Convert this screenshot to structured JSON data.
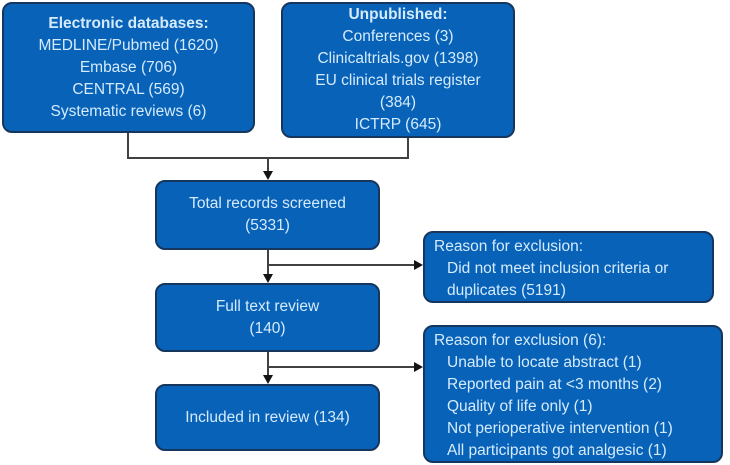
{
  "diagram": {
    "type": "flowchart",
    "subject": "study-selection-flow",
    "colors": {
      "box_fill": "#0762b8",
      "box_border": "#16365e",
      "box_text": "#d5ebfd",
      "connector_line": "#414141",
      "arrowhead": "#141414",
      "background": "#ffffff"
    },
    "boxes": {
      "electronic": {
        "heading": "Electronic databases:",
        "lines": [
          "MEDLINE/Pubmed (1620)",
          "Embase (706)",
          "CENTRAL (569)",
          "Systematic reviews (6)"
        ]
      },
      "unpublished": {
        "heading": "Unpublished:",
        "lines": [
          "Conferences (3)",
          "Clinicaltrials.gov (1398)",
          "EU clinical trials register",
          "(384)",
          "ICTRP (645)"
        ]
      },
      "screened": {
        "lines": [
          "Total records screened",
          "(5331)"
        ]
      },
      "fulltext": {
        "lines": [
          "Full text review",
          "(140)"
        ]
      },
      "included": {
        "lines": [
          "Included in review (134)"
        ]
      },
      "exclusion1": {
        "heading": "Reason for exclusion:",
        "items": [
          "Did not meet inclusion criteria or duplicates (5191)"
        ]
      },
      "exclusion2": {
        "heading": "Reason for exclusion (6):",
        "items": [
          "Unable to locate abstract (1)",
          "Reported pain at <3 months (2)",
          "Quality of life only (1)",
          "Not perioperative intervention (1)",
          "All participants got analgesic (1)"
        ]
      }
    }
  }
}
